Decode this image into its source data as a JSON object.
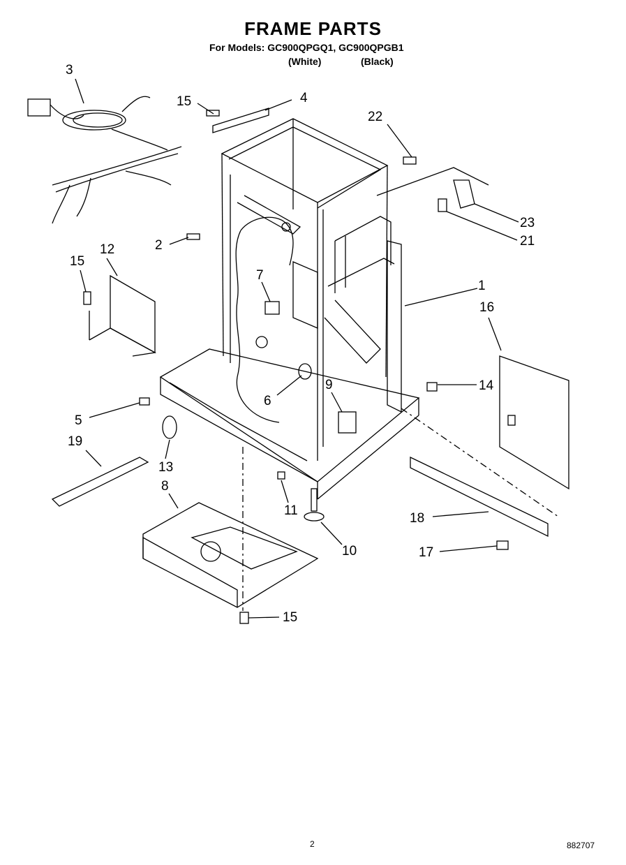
{
  "header": {
    "title": "FRAME PARTS",
    "models_line": "For Models: GC900QPGQ1, GC900QPGB1",
    "color_white": "(White)",
    "color_black": "(Black)"
  },
  "callouts": [
    "3",
    "15",
    "4",
    "22",
    "2",
    "23",
    "21",
    "15",
    "12",
    "7",
    "1",
    "16",
    "14",
    "6",
    "9",
    "5",
    "19",
    "13",
    "8",
    "11",
    "10",
    "18",
    "17",
    "15"
  ],
  "footer": {
    "page_number": "2",
    "doc_number": "882707"
  }
}
